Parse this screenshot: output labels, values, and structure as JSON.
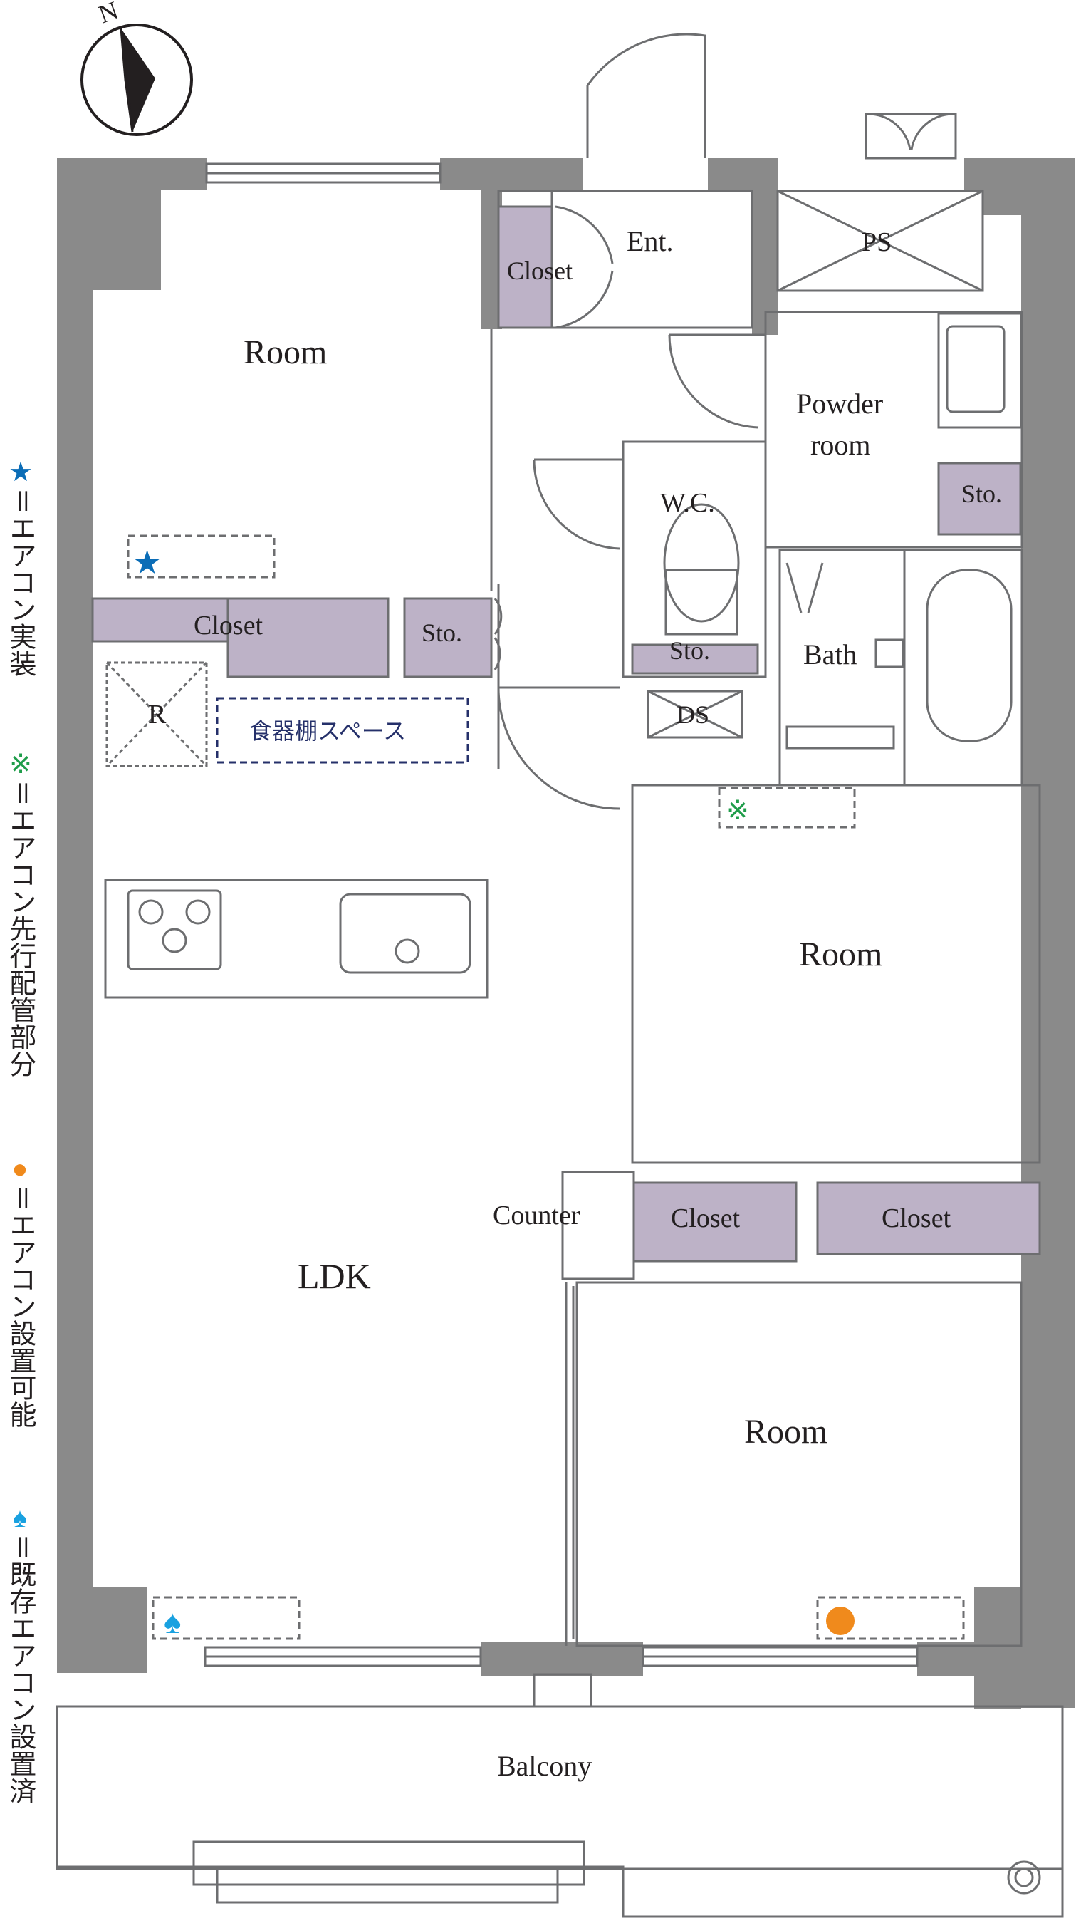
{
  "compass": {
    "label": "N"
  },
  "rooms": {
    "room_nw": "Room",
    "closet_entrance": "Closet",
    "entrance": "Ent.",
    "pipe_space": "PS",
    "powder_room_line1": "Powder",
    "powder_room_line2": "room",
    "storage_powder": "Sto.",
    "wc": "W.C.",
    "storage_wc": "Sto.",
    "closet_nw": "Closet",
    "storage_hall": "Sto.",
    "bath": "Bath",
    "refrigerator": "R",
    "cupboard_space": "食器棚スペース",
    "duct_space": "DS",
    "room_east": "Room",
    "counter": "Counter",
    "closet_middle": "Closet",
    "closet_east": "Closet",
    "ldk": "LDK",
    "room_se": "Room",
    "balcony": "Balcony"
  },
  "legend": {
    "star": {
      "symbol": "★",
      "text": "＝エアコン実装",
      "color": "#0b6db7"
    },
    "kome": {
      "symbol": "※",
      "text": "＝エアコン先行配管部分",
      "color": "#1f9d4a"
    },
    "circle": {
      "symbol": "●",
      "text": "＝エアコン設置可能",
      "color": "#f08a1c"
    },
    "spade": {
      "symbol": "♠",
      "text": "＝既存エアコン設置済",
      "color": "#19a1e0"
    }
  },
  "colors": {
    "wall": "#8a8a8a",
    "line": "#6d6e70",
    "closet_fill": "#bdb2c7",
    "text": "#231f20"
  }
}
